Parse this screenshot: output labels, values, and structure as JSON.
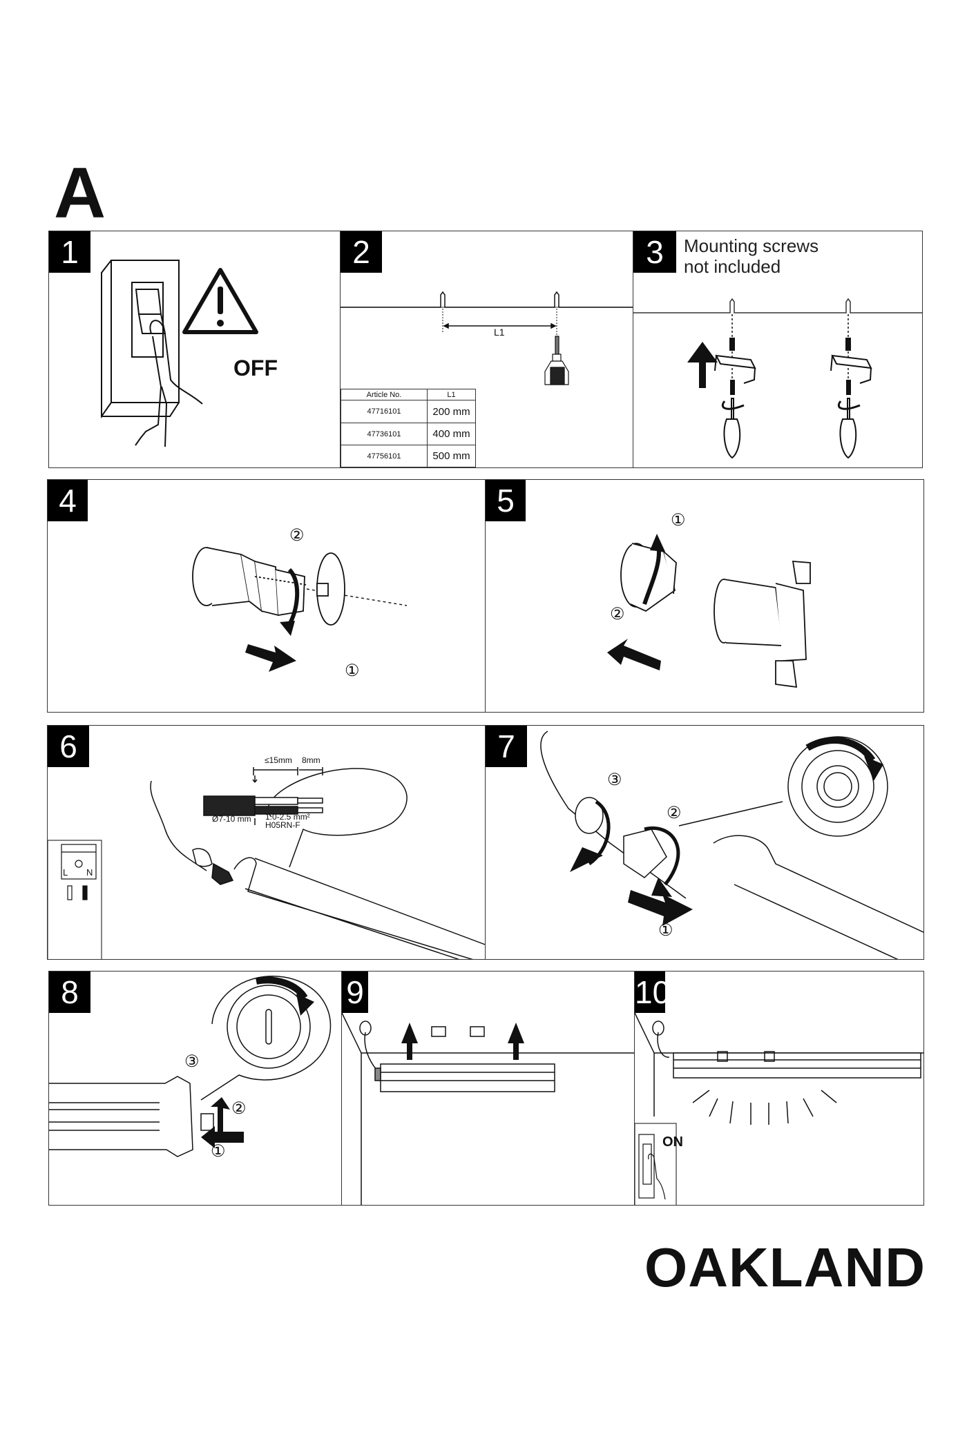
{
  "document": {
    "section_letter": "A",
    "brand": "OAKLAND"
  },
  "steps": [
    {
      "number": "1",
      "caption": "OFF",
      "icon": "warning-triangle-icon"
    },
    {
      "number": "2",
      "dimension_label": "L1",
      "table": {
        "headers": [
          "Article No.",
          "L1"
        ],
        "rows": [
          {
            "article": "47716101",
            "l1": "200 mm"
          },
          {
            "article": "47736101",
            "l1": "400 mm"
          },
          {
            "article": "47756101",
            "l1": "500 mm"
          }
        ]
      }
    },
    {
      "number": "3",
      "note_line1": "Mounting screws",
      "note_line2": "not included"
    },
    {
      "number": "4",
      "markers": [
        "②",
        "①"
      ]
    },
    {
      "number": "5",
      "markers": [
        "①",
        "②"
      ]
    },
    {
      "number": "6",
      "cable": {
        "strip_outer": "≤15mm",
        "strip_inner": "8mm",
        "diameter": "Ø7-10 mm",
        "cross_section": "1.0-2.5 mm²",
        "cable_type": "H05RN-F"
      },
      "terminal": {
        "left": "L",
        "right": "N"
      }
    },
    {
      "number": "7",
      "markers": [
        "③",
        "②",
        "①"
      ]
    },
    {
      "number": "8",
      "markers": [
        "③",
        "②",
        "①"
      ]
    },
    {
      "number": "9"
    },
    {
      "number": "10",
      "caption": "ON"
    }
  ]
}
